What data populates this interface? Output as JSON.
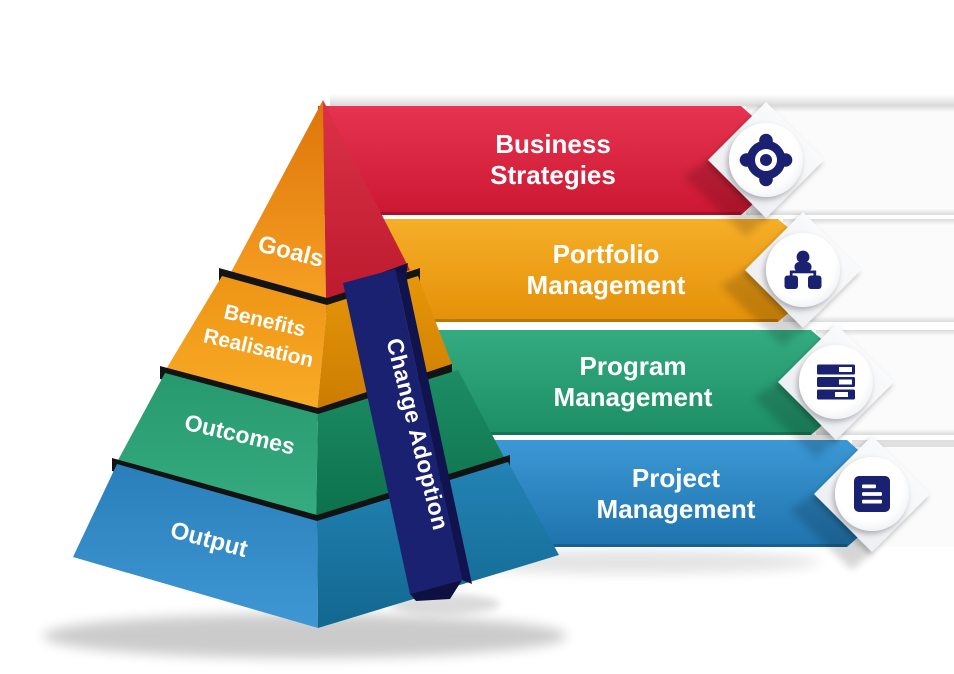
{
  "diagram": {
    "type": "pyramid-ribbon-infographic",
    "text_color": "#FFFFFF",
    "icon_color": "#1B2171",
    "pyramid": {
      "banner": {
        "label": "Change Adoption",
        "color": "#1B2171",
        "fold_color": "#0D1040",
        "side_color": "#10134D"
      },
      "levels": [
        {
          "label": "Goals",
          "face_color": "#EE8A16",
          "side_color": "#D4293C"
        },
        {
          "label": "Benefits Realisation",
          "lines": [
            "Benefits",
            "Realisation"
          ],
          "face_color": "#F39F1C",
          "side_color": "#DC8D05"
        },
        {
          "label": "Outcomes",
          "face_color": "#2CA276",
          "side_color": "#158159"
        },
        {
          "label": "Output",
          "face_color": "#2E87C4",
          "side_color": "#1C79A8"
        }
      ]
    },
    "ribbons": [
      {
        "lines": [
          "Business",
          "Strategies"
        ],
        "color": "#DC1F3A",
        "icon": "target-icon"
      },
      {
        "lines": [
          "Portfolio",
          "Management"
        ],
        "color": "#EFA019",
        "icon": "org-hierarchy-icon"
      },
      {
        "lines": [
          "Program",
          "Management"
        ],
        "color": "#2AA077",
        "icon": "server-stack-icon"
      },
      {
        "lines": [
          "Project",
          "Management"
        ],
        "color": "#2E89C8",
        "icon": "document-icon"
      }
    ]
  }
}
